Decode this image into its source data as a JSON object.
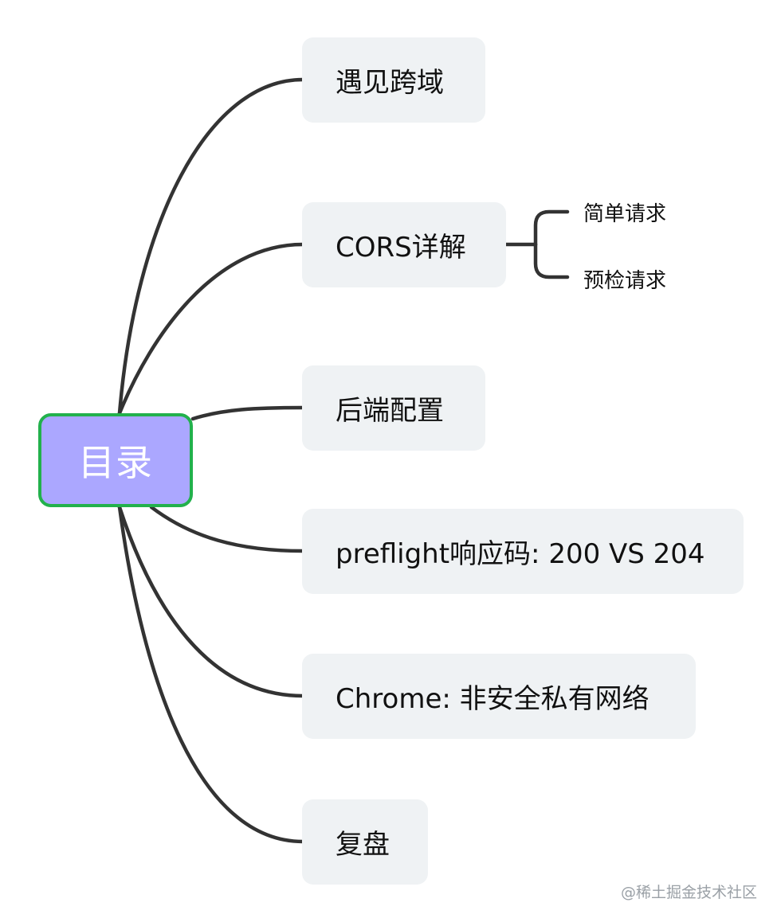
{
  "root": {
    "label": "目录"
  },
  "topics": [
    {
      "label": "遇见跨域"
    },
    {
      "label": "CORS详解"
    },
    {
      "label": "后端配置"
    },
    {
      "label": "preflight响应码: 200 VS 204"
    },
    {
      "label": "Chrome: 非安全私有网络"
    },
    {
      "label": "复盘"
    }
  ],
  "subtopics": [
    {
      "label": "简单请求"
    },
    {
      "label": "预检请求"
    }
  ],
  "watermark": "@稀土掘金技术社区",
  "colors": {
    "root_fill": "#aba7ff",
    "root_border": "#22b14c",
    "topic_fill": "#eff2f4",
    "connector": "#333333"
  }
}
